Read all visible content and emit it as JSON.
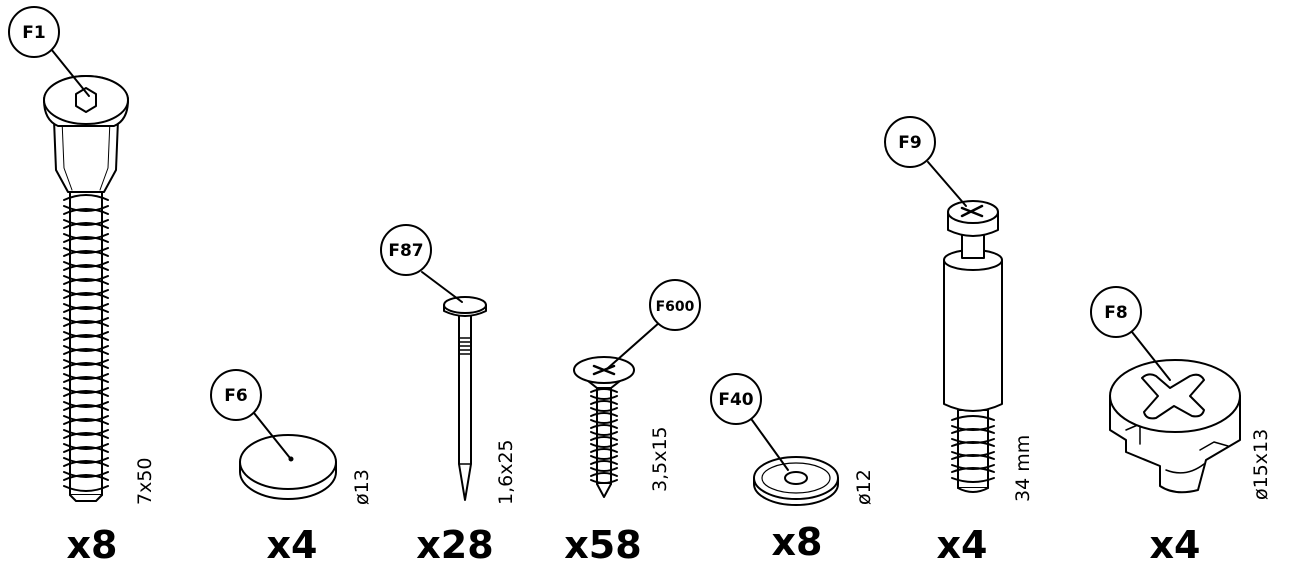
{
  "parts": [
    {
      "id": "F1",
      "quantity": "x8",
      "dimension": "7x50"
    },
    {
      "id": "F6",
      "quantity": "x4",
      "dimension": "ø13"
    },
    {
      "id": "F87",
      "quantity": "x28",
      "dimension": "1,6x25"
    },
    {
      "id": "F600",
      "quantity": "x58",
      "dimension": "3,5x15"
    },
    {
      "id": "F40",
      "quantity": "x8",
      "dimension": "ø12"
    },
    {
      "id": "F9",
      "quantity": "x4",
      "dimension": "34 mm"
    },
    {
      "id": "F8",
      "quantity": "x4",
      "dimension": "ø15x13"
    }
  ]
}
